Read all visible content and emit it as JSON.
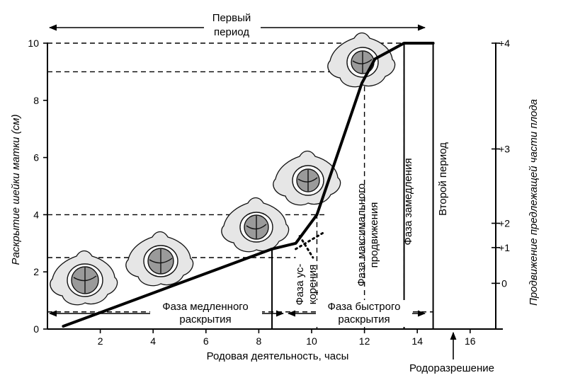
{
  "chart_data": {
    "type": "line",
    "xlabel": "Родовая деятельность, часы",
    "ylabel": "Раскрытие шейки матки (см)",
    "ylabel_right": "Продвижение предлежащей части плода",
    "xlim": [
      0,
      17
    ],
    "ylim": [
      0,
      10
    ],
    "x_ticks": [
      2,
      4,
      6,
      8,
      10,
      12,
      14,
      16
    ],
    "y_ticks": [
      0,
      2,
      4,
      6,
      8,
      10
    ],
    "right_ticks": [
      {
        "label": "+4",
        "y": 10
      },
      {
        "label": "+3",
        "y": 6.3
      },
      {
        "label": "+2",
        "y": 3.7
      },
      {
        "label": "+1",
        "y": 2.85
      },
      {
        "label": "0",
        "y": 1.6
      }
    ],
    "series": [
      {
        "points": [
          [
            0.6,
            0.1
          ],
          [
            8.5,
            2.8
          ],
          [
            9.4,
            3.0
          ],
          [
            10.2,
            4.0
          ],
          [
            11.9,
            8.6
          ],
          [
            12.4,
            9.45
          ],
          [
            13.5,
            10.0
          ],
          [
            14.6,
            10.0
          ]
        ]
      }
    ],
    "dotted_trend": [
      [
        9.4,
        2.8
      ],
      [
        10.5,
        3.4
      ]
    ],
    "dotted_cross": [
      [
        9.55,
        3.25
      ],
      [
        10.05,
        2.5
      ]
    ],
    "reference_lines": {
      "horizontal": [
        0.6,
        2.5,
        4.0,
        9.0,
        10.0
      ],
      "vertical": [
        10.2,
        12.0,
        13.5
      ],
      "solid_vertical": [
        8.5,
        13.5,
        14.6
      ]
    },
    "annotations": {
      "first_period_line1": "Первый",
      "first_period_line2": "период",
      "latent_phase_line1": "Фаза медленного",
      "latent_phase_line2": "раскрытия",
      "active_phase_line1": "Фаза быстрого",
      "active_phase_line2": "раскрытия",
      "acceleration_line1": "Фаза ус-",
      "acceleration_line2": "корения",
      "max_slope_line1": "Фаза максимального",
      "max_slope_line2": "продвижения",
      "deceleration": "Фаза замедления",
      "second_period": "Второй период",
      "delivery": "Родоразрешение"
    },
    "grid": false
  }
}
